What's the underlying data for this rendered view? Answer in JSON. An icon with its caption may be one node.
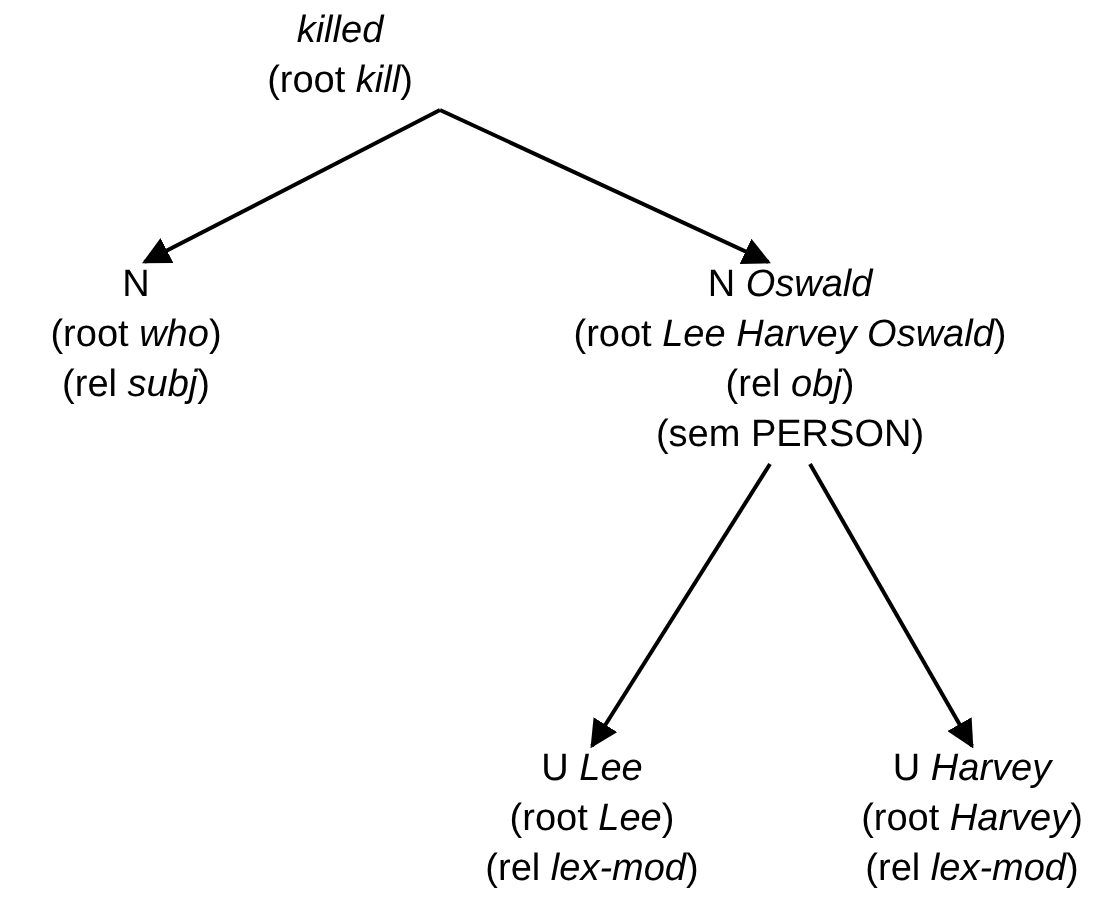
{
  "diagram": {
    "nodes": [
      {
        "text": [
          "killed",
          "(root *kill*)"
        ]
      },
      {
        "text": [
          "N",
          "(root *who*)",
          "(rel *subj*)"
        ]
      },
      {
        "text": [
          "N *Oswald*",
          "(root *Lee Harvey Oswald*)",
          "(rel *obj*)",
          "(sem PERSON)"
        ]
      },
      {
        "text": [
          "U *Lee*",
          "(root *Lee*)",
          "(rel *lex-mod*)"
        ]
      },
      {
        "text": [
          "U *Harvey*",
          "(root *Harvey*)",
          "(rel *lex-mod*)"
        ]
      }
    ],
    "edges": [
      {
        "from": 0,
        "to": 1,
        "arrow": "to"
      },
      {
        "from": 0,
        "to": 2,
        "arrow": "to"
      },
      {
        "from": 2,
        "to": 3,
        "arrow": "to"
      },
      {
        "from": 2,
        "to": 4,
        "arrow": "to"
      }
    ]
  }
}
